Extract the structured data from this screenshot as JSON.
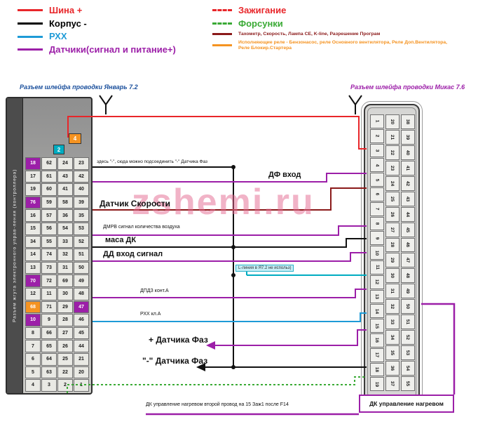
{
  "legend_left": {
    "items": [
      {
        "label": "Шина +",
        "color": "#e8262a",
        "style": "solid"
      },
      {
        "label": "Корпус -",
        "color": "#000000",
        "style": "solid"
      },
      {
        "label": "РХХ",
        "color": "#1e9bd7",
        "style": "solid"
      },
      {
        "label": "Датчики(сигнал и питание+)",
        "color": "#9c1fa8",
        "style": "solid"
      }
    ]
  },
  "legend_right": {
    "items": [
      {
        "label": "Зажигание",
        "color": "#e8262a",
        "style": "dashed"
      },
      {
        "label": "Форсунки",
        "color": "#3aaa35",
        "style": "dashed"
      },
      {
        "label": "Тахометр, Скорость, Лампа CE, K-line, Разрешение Програм",
        "color": "#8b1a1a",
        "style": "solid"
      },
      {
        "label": "Исполняющие реле - Бензонасос, реле Основного вентилятора, Реле Доп.Вентилятора, Реле Блокир.Стартера",
        "color": "#f59321",
        "style": "solid"
      }
    ]
  },
  "headers": {
    "left": "Разъем шлейфа проводки Январь 7.2",
    "right": "Разъем шлейфа проводки Микас 7.6"
  },
  "watermark": "zshemi.ru",
  "left_connector": {
    "caption": "Разъем жгута электронного управ-ления (контроллера)",
    "top_cells": [
      {
        "v": "4",
        "color": "#f59321"
      },
      {
        "v": "2",
        "color": "#00acc1"
      }
    ],
    "rows": [
      [
        "18",
        "62",
        "24",
        "23"
      ],
      [
        "17",
        "61",
        "43",
        "42"
      ],
      [
        "19",
        "60",
        "41",
        "40"
      ],
      [
        "76",
        "59",
        "58",
        "39"
      ],
      [
        "16",
        "57",
        "36",
        "35"
      ],
      [
        "15",
        "56",
        "54",
        "53"
      ],
      [
        "34",
        "55",
        "33",
        "52"
      ],
      [
        "14",
        "74",
        "32",
        "51"
      ],
      [
        "13",
        "73",
        "31",
        "50"
      ],
      [
        "70",
        "72",
        "69",
        "49"
      ],
      [
        "12",
        "11",
        "30",
        "48"
      ],
      [
        "68",
        "71",
        "29",
        "47"
      ],
      [
        "10",
        "9",
        "28",
        "46"
      ],
      [
        "8",
        "66",
        "27",
        "45"
      ],
      [
        "7",
        "65",
        "26",
        "44"
      ],
      [
        "6",
        "64",
        "25",
        "21"
      ],
      [
        "5",
        "63",
        "22",
        "20"
      ],
      [
        "4",
        "3",
        "2",
        "1"
      ]
    ],
    "highlights": [
      {
        "r": 0,
        "c": 0,
        "color": "#9c1fa8"
      },
      {
        "r": 3,
        "c": 0,
        "color": "#9c1fa8"
      },
      {
        "r": 9,
        "c": 0,
        "color": "#9c1fa8"
      },
      {
        "r": 11,
        "c": 0,
        "color": "#f59321"
      },
      {
        "r": 11,
        "c": 3,
        "color": "#9c1fa8"
      },
      {
        "r": 12,
        "c": 0,
        "color": "#9c1fa8"
      }
    ]
  },
  "right_connector": {
    "columns": [
      {
        "pins": [
          "1",
          "2",
          "3",
          "4",
          "5",
          "6",
          "7",
          "8",
          "9",
          "10",
          "11",
          "12",
          "13",
          "14",
          "15",
          "16",
          "17",
          "18",
          "19"
        ]
      },
      {
        "pins": [
          "20",
          "21",
          "22",
          "23",
          "24",
          "25",
          "26",
          "27",
          "28",
          "29",
          "30",
          "31",
          "32",
          "33",
          "34",
          "35",
          "36",
          "37"
        ]
      },
      {
        "pins": [
          "38",
          "39",
          "40",
          "41",
          "42",
          "43",
          "44",
          "45",
          "46",
          "47",
          "48",
          "49",
          "50",
          "51",
          "52",
          "53",
          "54",
          "55"
        ]
      }
    ]
  },
  "wire_labels": {
    "note": "здесь \"-\", сюда можно подсоединить \"-\" Датчика Фаз",
    "df_in": "ДФ вход",
    "speed": "Датчик Скорости",
    "maf": "ДМРВ сигнал количества воздуха",
    "o2_gnd": "маса ДК",
    "knock": "ДД вход сигнал",
    "l_line": "L-линия в Я7.2 не использ)",
    "tps": "ДПДЗ конт.А",
    "iac": "РХХ кл.А",
    "df_plus": "+ Датчика Фаз",
    "df_minus": "\"-\" Датчика Фаз",
    "heater_long": "ДК управление нагревом второй провод на 15 Заж1 после F14",
    "heater_box": "ДК управление нагревом"
  },
  "wire_colors": {
    "red": "#e8262a",
    "black": "#111111",
    "blue": "#1e9bd7",
    "purple": "#9c1fa8",
    "darkred": "#8b1a1a",
    "orange": "#f59321",
    "green": "#3aaa35",
    "teal": "#00acc1"
  }
}
